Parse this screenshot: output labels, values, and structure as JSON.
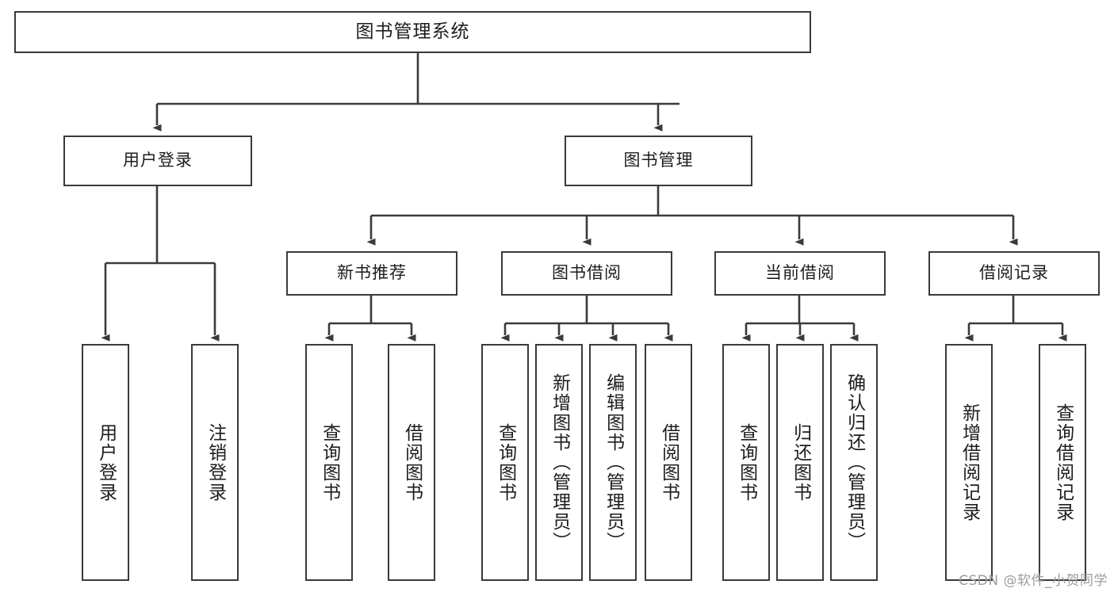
{
  "diagram": {
    "title": "图书管理系统",
    "type": "tree-hierarchy-diagram",
    "colors": {
      "box_border": "#3a3a3a",
      "box_fill": "#ffffff",
      "line": "#3a3a3a",
      "text": "#1d1d1d",
      "watermark": "#9c9c9c",
      "background": "#ffffff"
    },
    "root": {
      "label": "图书管理系统"
    },
    "level2": [
      {
        "label": "用户登录"
      },
      {
        "label": "图书管理"
      }
    ],
    "level3": [
      {
        "label": "新书推荐"
      },
      {
        "label": "图书借阅"
      },
      {
        "label": "当前借阅"
      },
      {
        "label": "借阅记录"
      }
    ],
    "leaves": {
      "user_login": [
        {
          "label": "用户登录"
        },
        {
          "label": "注销登录"
        }
      ],
      "new_book_recommend": [
        {
          "label": "查询图书"
        },
        {
          "label": "借阅图书"
        }
      ],
      "book_borrow": [
        {
          "label": "查询图书"
        },
        {
          "label": "新增图书（管理员）"
        },
        {
          "label": "编辑图书（管理员）"
        },
        {
          "label": "借阅图书"
        }
      ],
      "current_borrow": [
        {
          "label": "查询图书"
        },
        {
          "label": "归还图书"
        },
        {
          "label": "确认归还（管理员）"
        }
      ],
      "borrow_record": [
        {
          "label": "新增借阅记录"
        },
        {
          "label": "查询借阅记录"
        }
      ]
    }
  },
  "watermark": {
    "text": "CSDN @软件_小贺同学"
  }
}
